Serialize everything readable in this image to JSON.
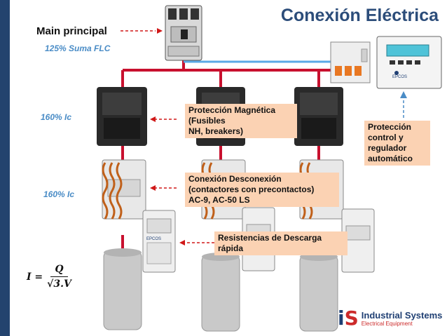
{
  "header": {
    "title": "Conexión Eléctrica"
  },
  "main": {
    "label": "Main principal",
    "rating": "125% Suma FLC"
  },
  "ratings": {
    "protection": "160% Ic",
    "contactor": "160% Ic"
  },
  "callouts": {
    "protection_line1": "Protección Magnética (Fusibles",
    "protection_line2": "NH, breakers)",
    "contactor_line1": "Conexión Desconexión",
    "contactor_line2": "(contactores con precontactos)",
    "contactor_line3": "AC-9, AC-50 LS",
    "resistor_line1": "Resistencias de Descarga",
    "resistor_line2": "rápida",
    "controller_line1": "Protección",
    "controller_line2": "control y",
    "controller_line3": "regulador",
    "controller_line4": "automático"
  },
  "formula": {
    "lhs": "I =",
    "numerator": "Q",
    "denominator": "√3.V"
  },
  "logo": {
    "mark_i": "i",
    "mark_s": "S",
    "name": "Industrial Systems",
    "tagline": "Electrical Equipment"
  },
  "device_labels": {
    "resistor_brand": "EPCOS",
    "controller_brand": "EPCOS"
  },
  "colors": {
    "busbar": "#c8102e",
    "control_line": "#5aa9e6",
    "callout_bg": "#fbd2b3",
    "title": "#2c4d7a",
    "accent_blue": "#4a8cc6"
  }
}
